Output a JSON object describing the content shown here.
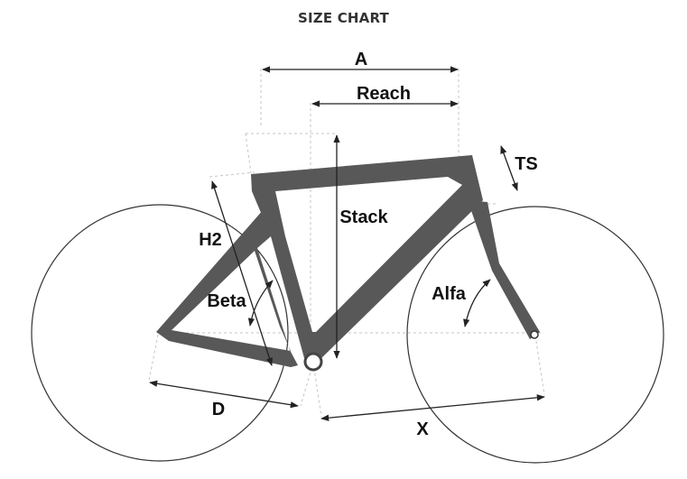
{
  "title": "SIZE CHART",
  "labels": {
    "a": "A",
    "reach": "Reach",
    "stack": "Stack",
    "ts": "TS",
    "h2": "H2",
    "beta": "Beta",
    "alfa": "Alfa",
    "d": "D",
    "x": "X"
  },
  "colors": {
    "frame": "#585858",
    "wheel": "#333333",
    "guide": "#c4c4c4",
    "text": "#111111"
  }
}
